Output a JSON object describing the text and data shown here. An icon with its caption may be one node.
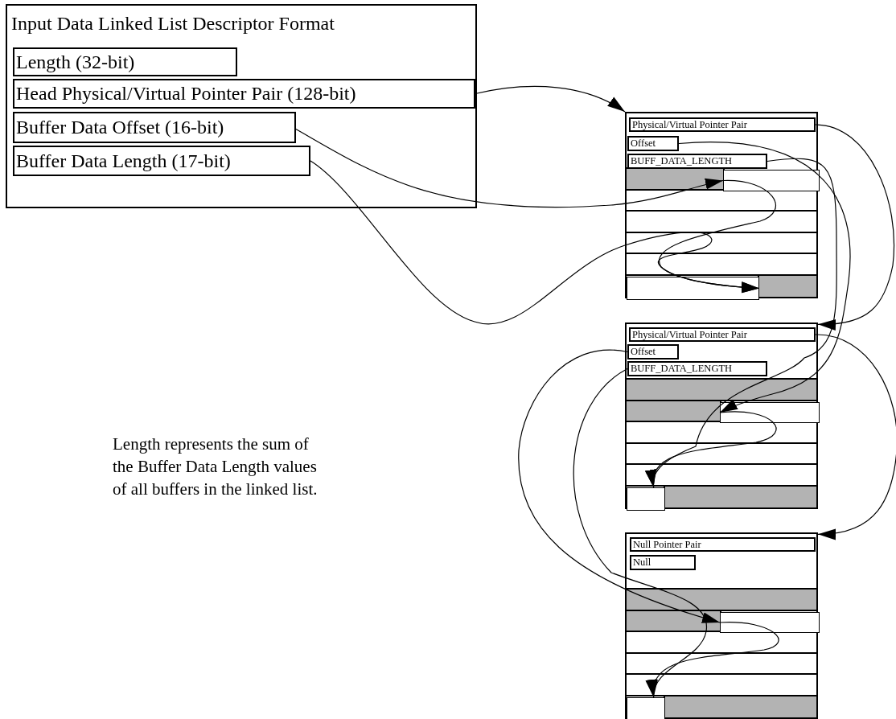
{
  "diagram": {
    "nodes": [
      {
        "text": [
          "Input Data Linked List Descriptor Format"
        ]
      },
      {
        "text": [
          "Length (32-bit)"
        ],
        "in": 0
      },
      {
        "text": [
          "Head Physical/Virtual Pointer Pair (128-bit)"
        ],
        "in": 0
      },
      {
        "text": [
          "Buffer Data Offset (16-bit)"
        ],
        "in": 0
      },
      {
        "text": [
          "Buffer Data Length (17-bit)"
        ],
        "in": 0
      },
      {
        "text": [],
        "shape": "box"
      },
      {
        "text": [
          "Physical/Virtual Pointer Pair"
        ],
        "in": 5
      },
      {
        "text": [
          "Offset"
        ],
        "in": 5
      },
      {
        "text": [
          "BUFF_DATA_LENGTH"
        ],
        "in": 5
      },
      {
        "text": [],
        "shape": "box",
        "in": 5
      },
      {
        "text": [],
        "shape": "box",
        "in": 5
      },
      {
        "text": [],
        "shape": "box"
      },
      {
        "text": [
          "Physical/Virtual Pointer Pair"
        ],
        "in": 11
      },
      {
        "text": [
          "Offset"
        ],
        "in": 11
      },
      {
        "text": [
          "BUFF_DATA_LENGTH"
        ],
        "in": 11
      },
      {
        "text": [],
        "shape": "box",
        "in": 11
      },
      {
        "text": [],
        "shape": "box",
        "in": 11
      },
      {
        "text": [],
        "shape": "box"
      },
      {
        "text": [
          "Null Pointer Pair"
        ],
        "in": 17
      },
      {
        "text": [
          "Null"
        ],
        "in": 17
      },
      {
        "text": [],
        "shape": "box",
        "in": 17
      },
      {
        "text": [],
        "shape": "box",
        "in": 17
      }
    ],
    "edges": [
      {
        "from": 2,
        "to": 5,
        "arrow": "to"
      },
      {
        "from": 3,
        "to": 9,
        "arrow": "to"
      },
      {
        "from": 4,
        "to": 10,
        "arrow": "to"
      },
      {
        "from": 9,
        "to": 10,
        "arrow": "to"
      },
      {
        "from": 6,
        "to": 11,
        "arrow": "to"
      },
      {
        "from": 7,
        "to": 15,
        "arrow": "to"
      },
      {
        "from": 8,
        "to": 16,
        "arrow": "to"
      },
      {
        "from": 15,
        "to": 16,
        "arrow": "to"
      },
      {
        "from": 12,
        "to": 17,
        "arrow": "to"
      },
      {
        "from": 13,
        "to": 20,
        "arrow": "to"
      },
      {
        "from": 14,
        "to": 21,
        "arrow": "to"
      },
      {
        "from": 20,
        "to": 21,
        "arrow": "to"
      }
    ],
    "labels": [
      "Length represents the sum of the Buffer Data Length values of all buffers in the linked list."
    ]
  }
}
